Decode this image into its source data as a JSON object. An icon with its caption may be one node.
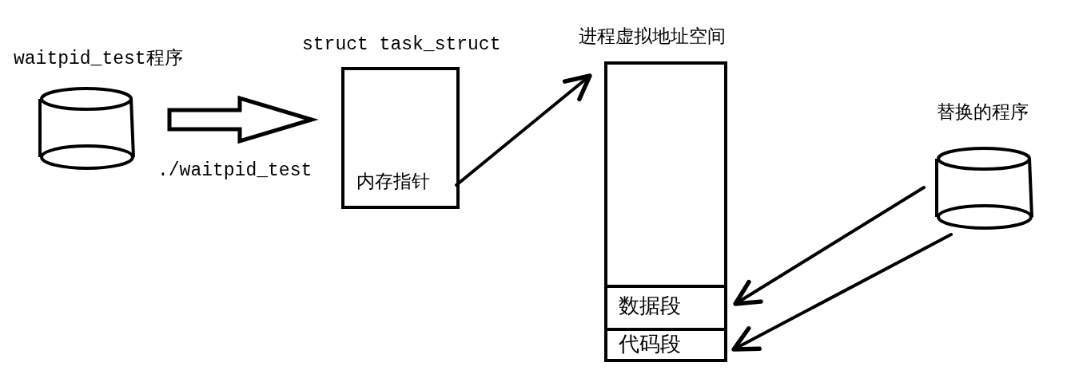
{
  "diagram": {
    "nodes": [
      {
        "text": [
          "waitpid_test程序"
        ]
      },
      {
        "text": [
          "struct task_struct",
          "内存指针"
        ]
      },
      {
        "text": [
          "进程虚拟地址空间"
        ]
      },
      {
        "text": [
          "数据段"
        ],
        "in": 2
      },
      {
        "text": [
          "代码段"
        ],
        "in": 2
      },
      {
        "text": [
          "替换的程序"
        ]
      }
    ],
    "edges": [
      {
        "from": 0,
        "to": 1,
        "arrow": "to",
        "label": "./waitpid_test",
        "style": "thick"
      },
      {
        "from": 1,
        "to": 2,
        "arrow": "to"
      },
      {
        "from": 5,
        "to": 3,
        "arrow": "to"
      },
      {
        "from": 5,
        "to": 4,
        "arrow": "to"
      }
    ]
  }
}
